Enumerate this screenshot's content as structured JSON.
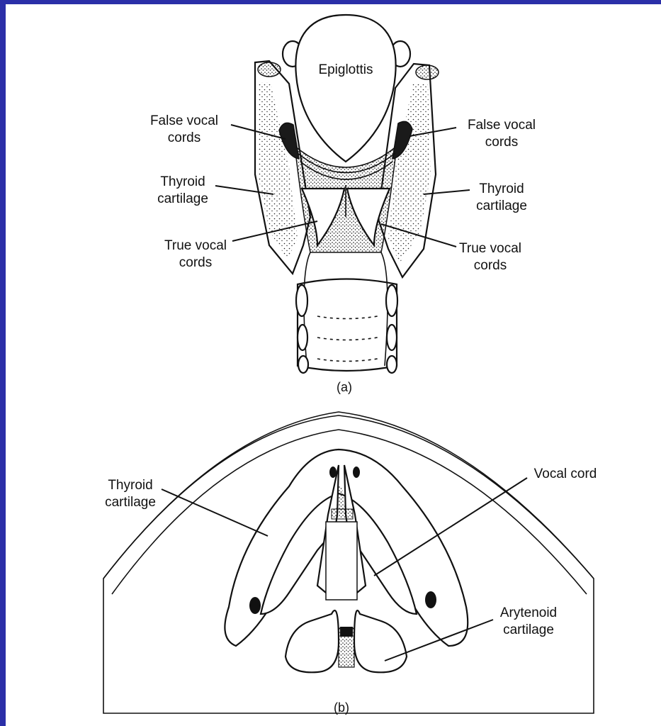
{
  "colors": {
    "frame_border": "#2b2fa8",
    "background": "#ffffff",
    "ink": "#111111"
  },
  "figure_a": {
    "caption": "(a)",
    "labels": {
      "epiglottis": "Epiglottis",
      "false_left_1": "False vocal",
      "false_left_2": "cords",
      "false_right_1": "False vocal",
      "false_right_2": "cords",
      "thyroid_left_1": "Thyroid",
      "thyroid_left_2": "cartilage",
      "thyroid_right_1": "Thyroid",
      "thyroid_right_2": "cartilage",
      "true_left_1": "True vocal",
      "true_left_2": "cords",
      "true_right_1": "True vocal",
      "true_right_2": "cords"
    }
  },
  "figure_b": {
    "caption": "(b)",
    "labels": {
      "thyroid_1": "Thyroid",
      "thyroid_2": "cartilage",
      "vocal_cord": "Vocal cord",
      "arytenoid_1": "Arytenoid",
      "arytenoid_2": "cartilage"
    }
  }
}
